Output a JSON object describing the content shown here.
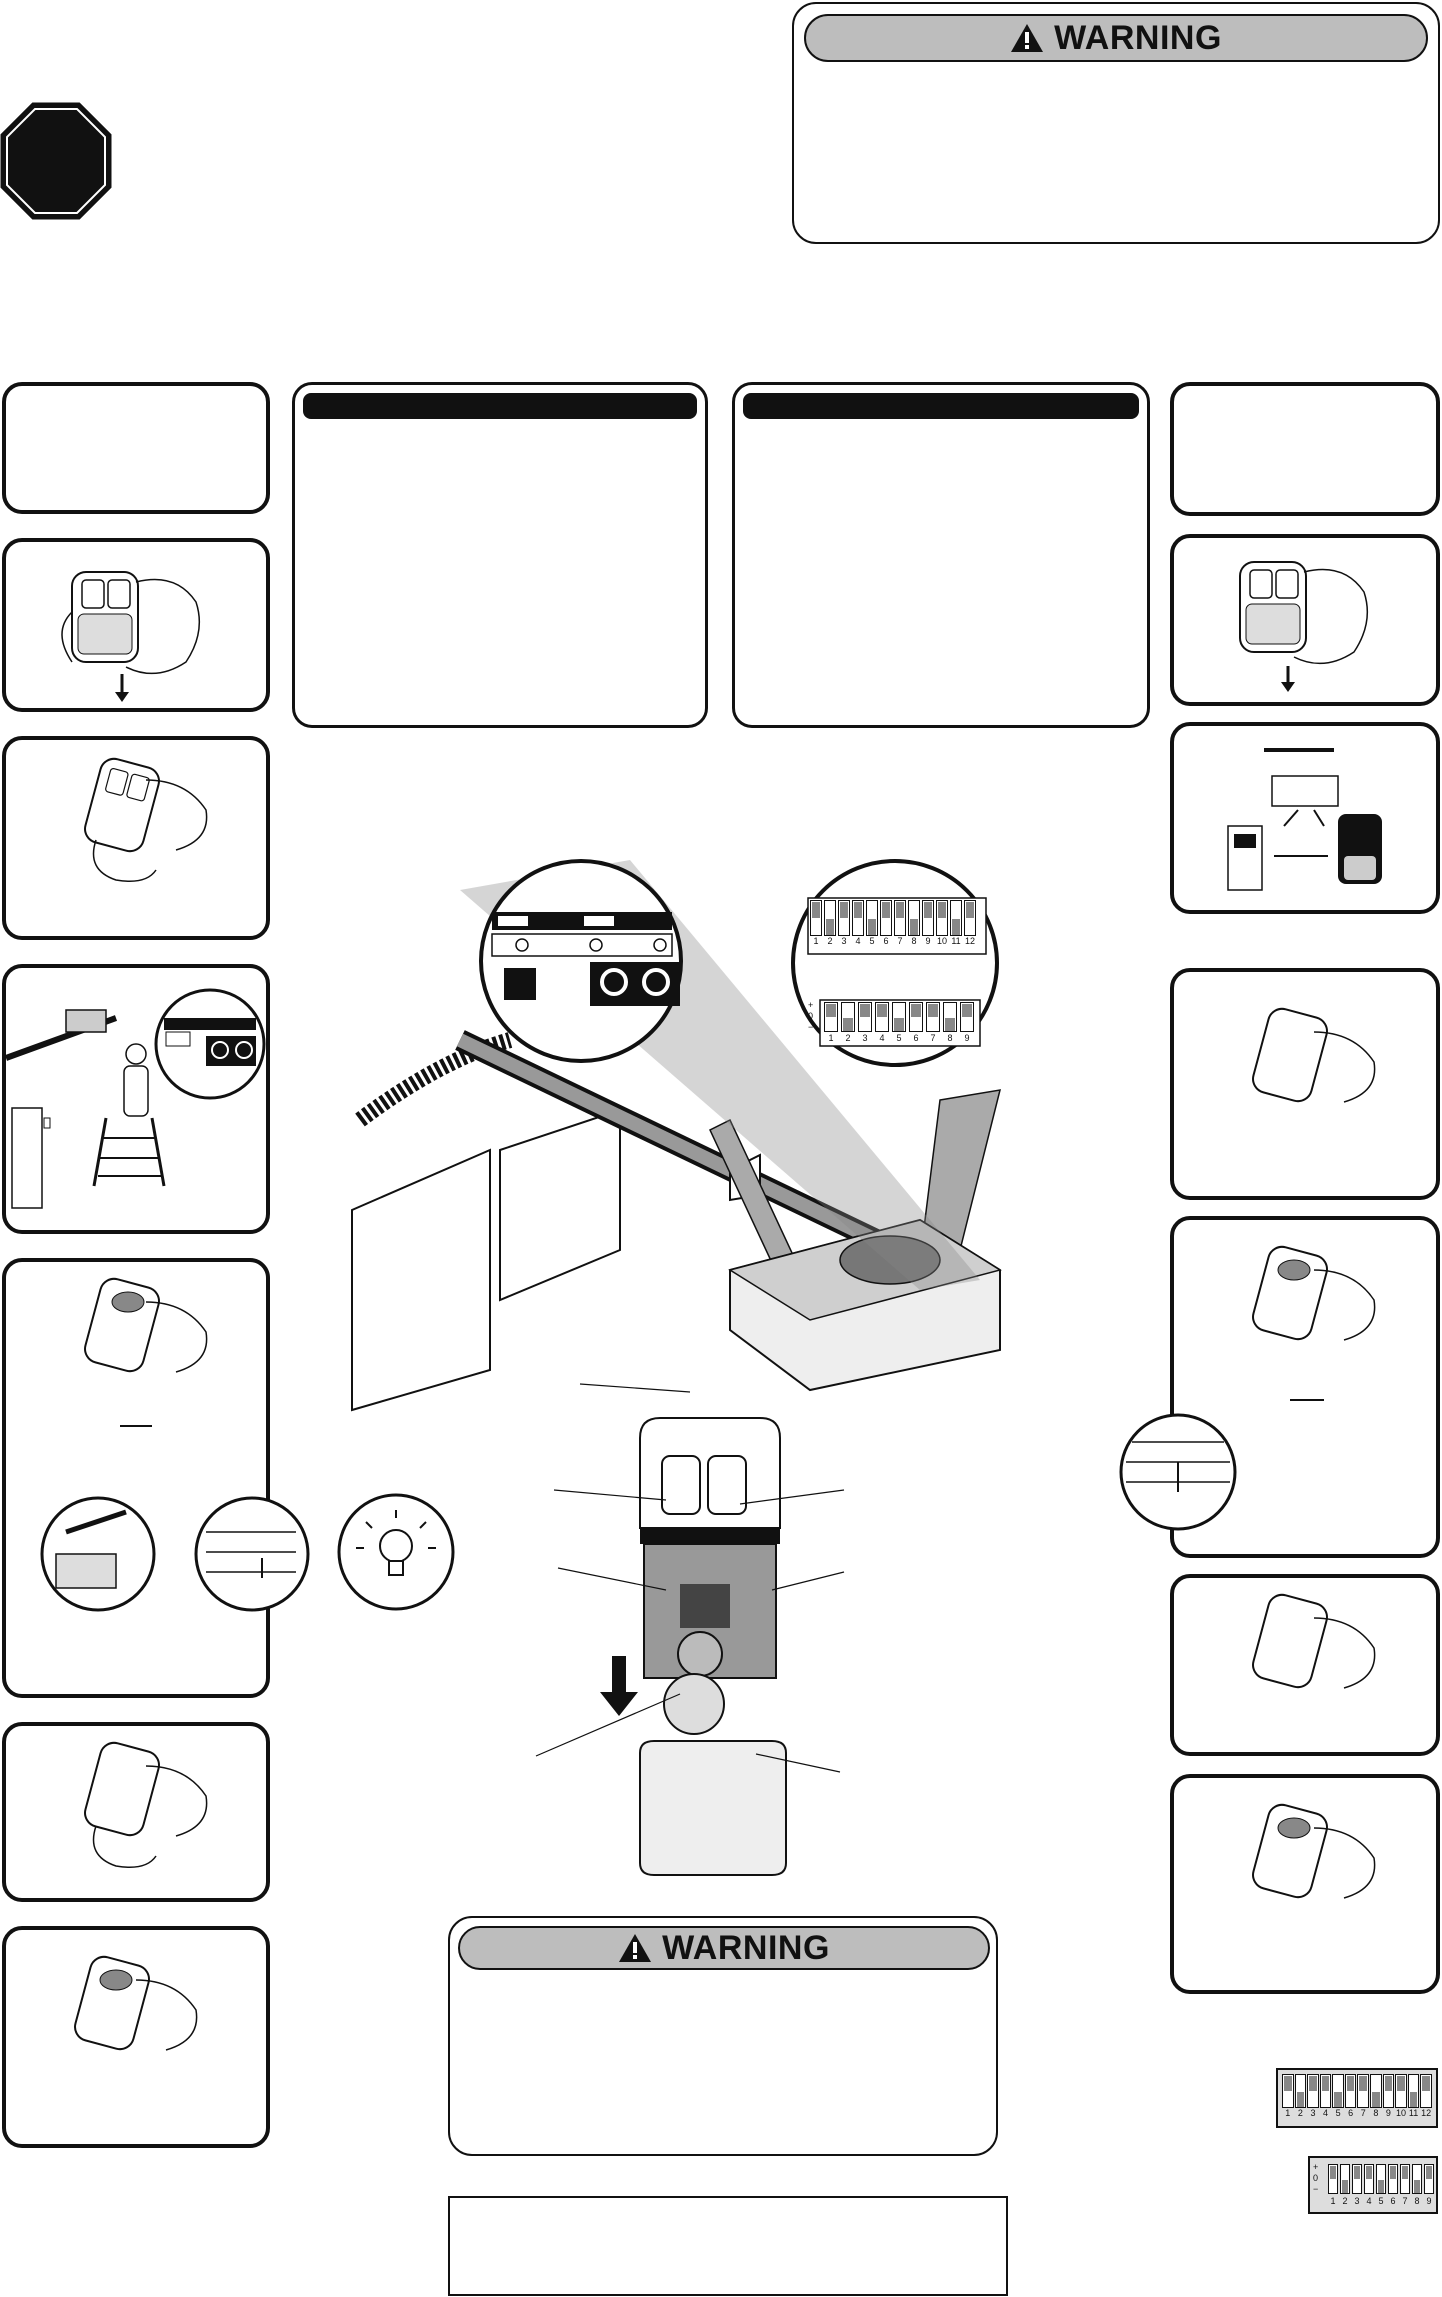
{
  "warning_top": {
    "title": "WARNING"
  },
  "warning_bottom": {
    "title": "WARNING"
  },
  "dip_switch_large": {
    "numbers": [
      "1",
      "2",
      "3",
      "4",
      "5",
      "6",
      "7",
      "8",
      "9",
      "10",
      "11",
      "12"
    ]
  },
  "dip_switch_small": {
    "signs": [
      "+",
      "0",
      "−"
    ],
    "numbers": [
      "1",
      "2",
      "3",
      "4",
      "5",
      "6",
      "7",
      "8",
      "9"
    ]
  },
  "dip_legend_12": {
    "numbers": [
      "1",
      "2",
      "3",
      "4",
      "5",
      "6",
      "7",
      "8",
      "9",
      "10",
      "11",
      "12"
    ]
  },
  "dip_legend_9": {
    "signs": [
      "+",
      "0",
      "−"
    ],
    "numbers": [
      "1",
      "2",
      "3",
      "4",
      "5",
      "6",
      "7",
      "8",
      "9"
    ]
  },
  "icons": {
    "stop": "stop-sign-octagon",
    "warning": "warning-triangle-icon",
    "remote": "two-button-remote-icon",
    "bulb": "light-bulb-icon",
    "arrow": "down-arrow-icon"
  },
  "colors": {
    "warning_header_bg": "#bdbdbd",
    "ink": "#111111"
  }
}
